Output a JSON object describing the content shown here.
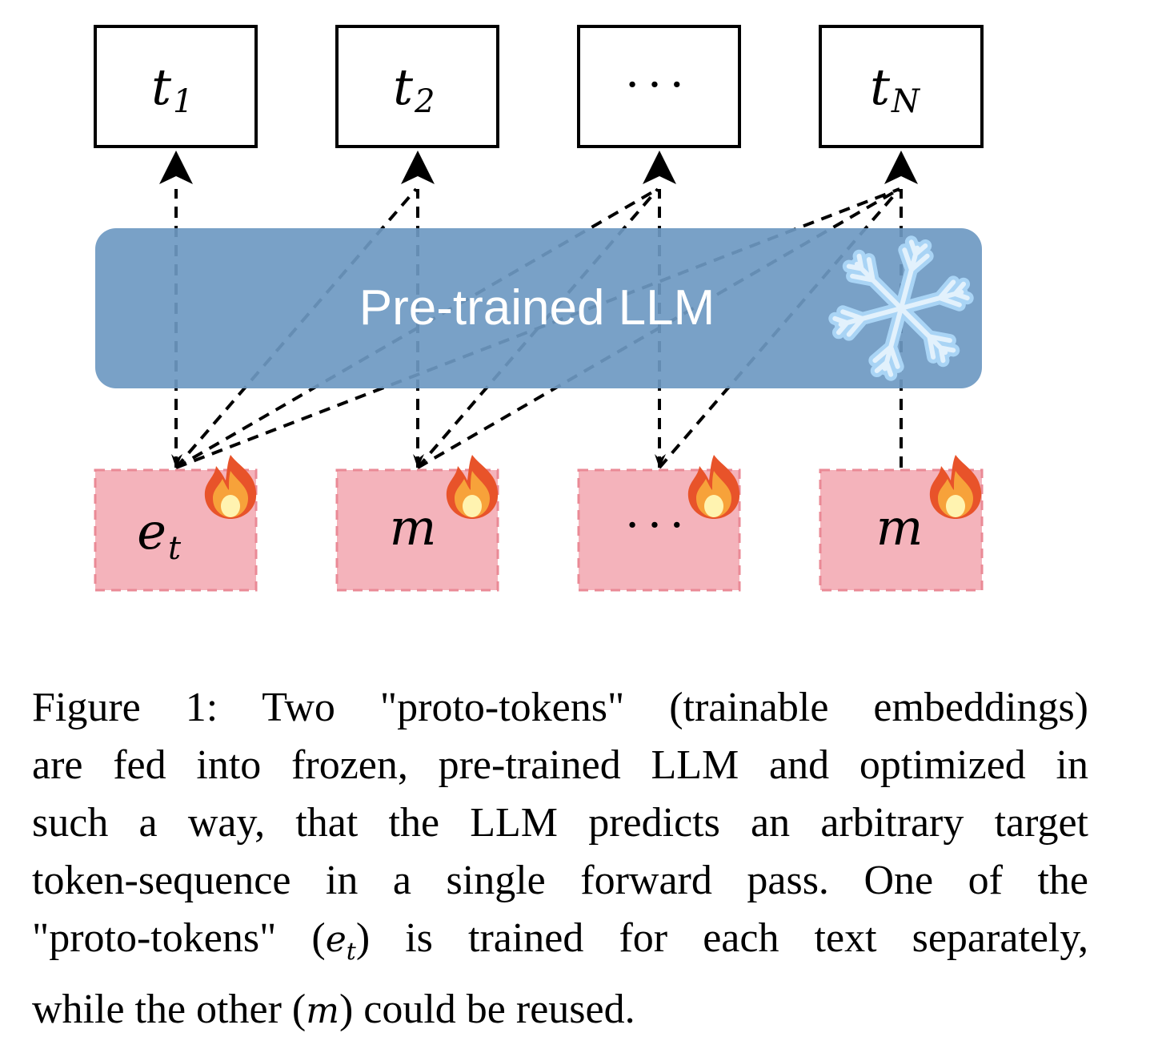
{
  "figure": {
    "outputs": [
      {
        "base": "t",
        "sub": "1"
      },
      {
        "base": "t",
        "sub": "2"
      },
      {
        "base": "···",
        "sub": ""
      },
      {
        "base": "t",
        "sub": "N"
      }
    ],
    "inputs": [
      {
        "base": "e",
        "sub": "t",
        "icon": "fire-icon"
      },
      {
        "base": "m",
        "sub": "",
        "icon": "fire-icon"
      },
      {
        "base": "···",
        "sub": "",
        "icon": "fire-icon"
      },
      {
        "base": "m",
        "sub": "",
        "icon": "fire-icon"
      }
    ],
    "model": {
      "label": "Pre-trained LLM",
      "icon": "snowflake-icon"
    },
    "icons": {
      "fire": "🔥",
      "snowflake": "❄️"
    },
    "colors": {
      "model_fill": "#6e99c2",
      "input_fill": "#f4b3bb",
      "input_border": "#ea8a96",
      "output_border": "#000000",
      "arrow": "#000000"
    },
    "connections": [
      {
        "from": 0,
        "to": 0
      },
      {
        "from": 0,
        "to": 1
      },
      {
        "from": 0,
        "to": 2
      },
      {
        "from": 0,
        "to": 3
      },
      {
        "from": 1,
        "to": 1
      },
      {
        "from": 1,
        "to": 2
      },
      {
        "from": 1,
        "to": 3
      },
      {
        "from": 2,
        "to": 2
      },
      {
        "from": 2,
        "to": 3
      },
      {
        "from": 3,
        "to": 3
      }
    ]
  },
  "caption": {
    "lines": [
      "Figure 1: Two \"proto-tokens\" (trainable embeddings)",
      "are fed into frozen, pre-trained LLM and optimized in",
      "such a way, that the LLM predicts an arbitrary target",
      "token-sequence in a single forward pass. One of the"
    ],
    "line5_pre": "\"proto-tokens\" (",
    "line5_math_base": "e",
    "line5_math_sub": "t",
    "line5_post": ") is trained for each text separately,",
    "line6_pre": "while the other (",
    "line6_math": "m",
    "line6_post": ") could be reused."
  }
}
